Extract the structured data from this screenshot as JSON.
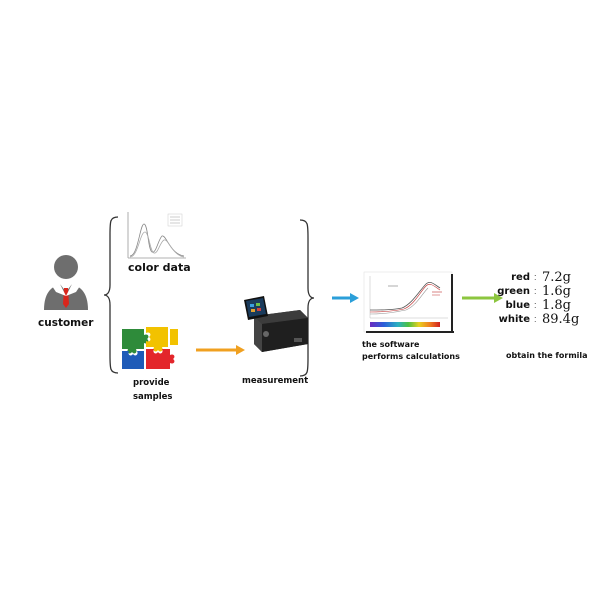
{
  "labels": {
    "customer": "customer",
    "color_data": "color data",
    "provide_samples_line1": "provide",
    "provide_samples_line2": "samples",
    "measurement": "measurement",
    "software_line1": "the software",
    "software_line2": "performs calculations",
    "obtain_formula": "obtain the formila"
  },
  "formula": [
    {
      "name": "red",
      "value": "7.2g"
    },
    {
      "name": "green",
      "value": "1.6g"
    },
    {
      "name": "blue",
      "value": "1.8g"
    },
    {
      "name": "white",
      "value": "89.4g"
    }
  ],
  "colors": {
    "arrow_orange": "#f0a020",
    "arrow_blue": "#2b9fd9",
    "arrow_green": "#8cc63f",
    "customer_gray": "#6e6e6e",
    "tie_red": "#d9261c",
    "puzzle": [
      "#2e8b3a",
      "#f2c200",
      "#e3262b",
      "#1e5bb8"
    ]
  },
  "icons": [
    "customer-icon",
    "color-data-chart-icon",
    "puzzle-samples-icon",
    "spectrophotometer-icon",
    "software-curve-icon"
  ]
}
